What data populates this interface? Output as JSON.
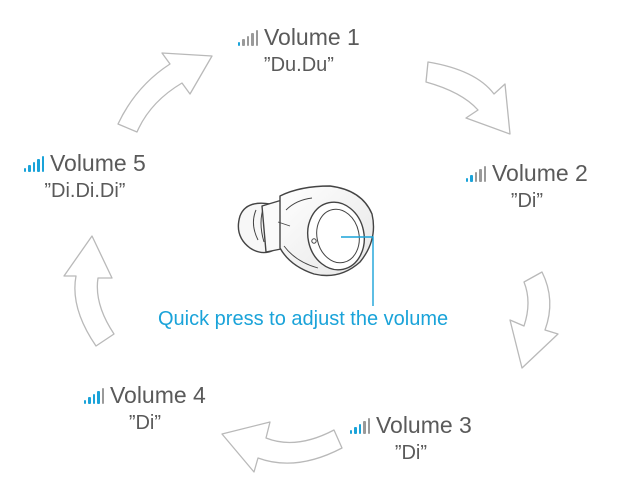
{
  "levels": [
    {
      "name": "Volume 1",
      "sound": "”Du.Du”",
      "level": 1
    },
    {
      "name": "Volume 2",
      "sound": "”Di”",
      "level": 2
    },
    {
      "name": "Volume 3",
      "sound": "”Di”",
      "level": 3
    },
    {
      "name": "Volume 4",
      "sound": "”Di”",
      "level": 4
    },
    {
      "name": "Volume 5",
      "sound": "”Di.Di.Di”",
      "level": 5
    }
  ],
  "caption": "Quick press to adjust the volume",
  "colors": {
    "accent": "#1aa3d9",
    "bar_inactive": "#9a9a9a",
    "text": "#5a5a5a",
    "arrow_stroke": "#b9b9b9"
  }
}
